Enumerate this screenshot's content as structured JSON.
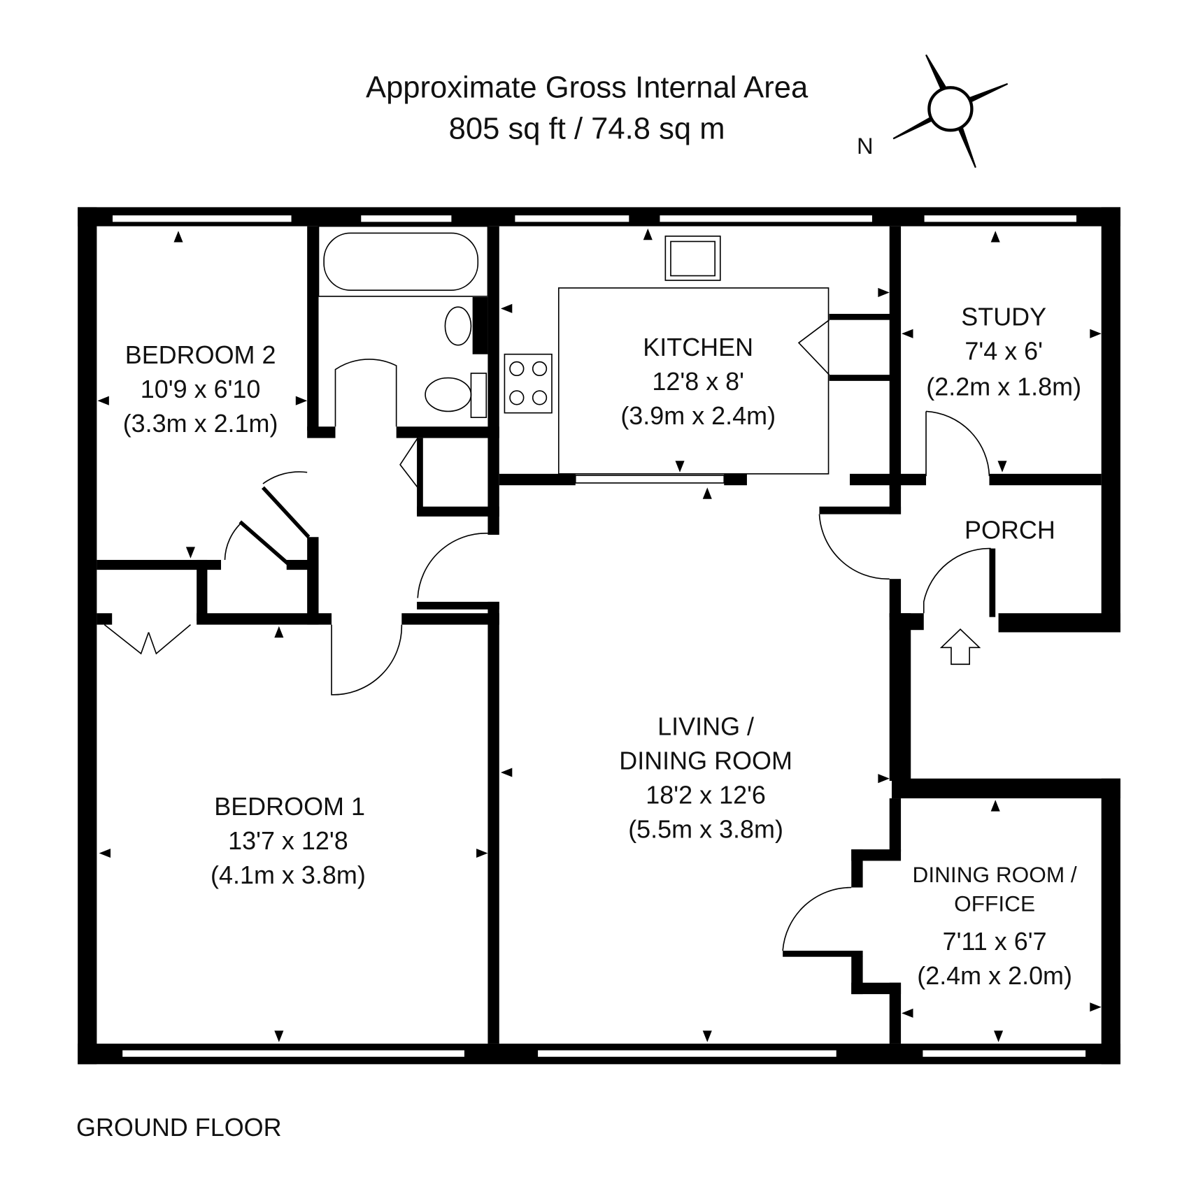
{
  "header": {
    "title": "Approximate Gross Internal Area",
    "area": "805 sq ft / 74.8 sq m"
  },
  "compass": {
    "label": "N",
    "icon": "compass-rose-icon"
  },
  "rooms": {
    "bedroom2": {
      "name": "BEDROOM 2",
      "imperial": "10'9 x 6'10",
      "metric": "(3.3m x 2.1m)"
    },
    "kitchen": {
      "name": "KITCHEN",
      "imperial": "12'8 x 8'",
      "metric": "(3.9m x 2.4m)"
    },
    "study": {
      "name": "STUDY",
      "imperial": "7'4 x 6'",
      "metric": "(2.2m x 1.8m)"
    },
    "porch": {
      "name": "PORCH"
    },
    "bedroom1": {
      "name": "BEDROOM 1",
      "imperial": "13'7 x 12'8",
      "metric": "(4.1m x 3.8m)"
    },
    "living": {
      "name_line1": "LIVING /",
      "name_line2": "DINING ROOM",
      "imperial": "18'2 x 12'6",
      "metric": "(5.5m x 3.8m)"
    },
    "office": {
      "name_line1": "DINING ROOM /",
      "name_line2": "OFFICE",
      "imperial": "7'11 x 6'7",
      "metric": "(2.4m x 2.0m)"
    }
  },
  "footer": {
    "floor_label": "GROUND FLOOR"
  }
}
